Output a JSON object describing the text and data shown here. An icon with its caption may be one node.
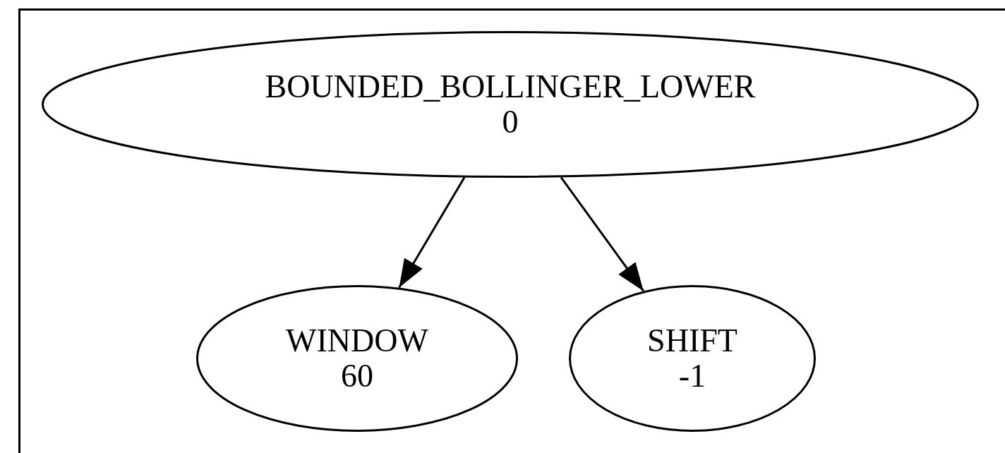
{
  "diagram": {
    "nodes": [
      {
        "text": [
          "BOUNDED_BOLLINGER_LOWER",
          "0"
        ]
      },
      {
        "text": [
          "WINDOW",
          "60"
        ]
      },
      {
        "text": [
          "SHIFT",
          "-1"
        ]
      }
    ],
    "edges": [
      {
        "from": 0,
        "to": 1,
        "arrow": "to"
      },
      {
        "from": 0,
        "to": 2,
        "arrow": "to"
      }
    ]
  }
}
